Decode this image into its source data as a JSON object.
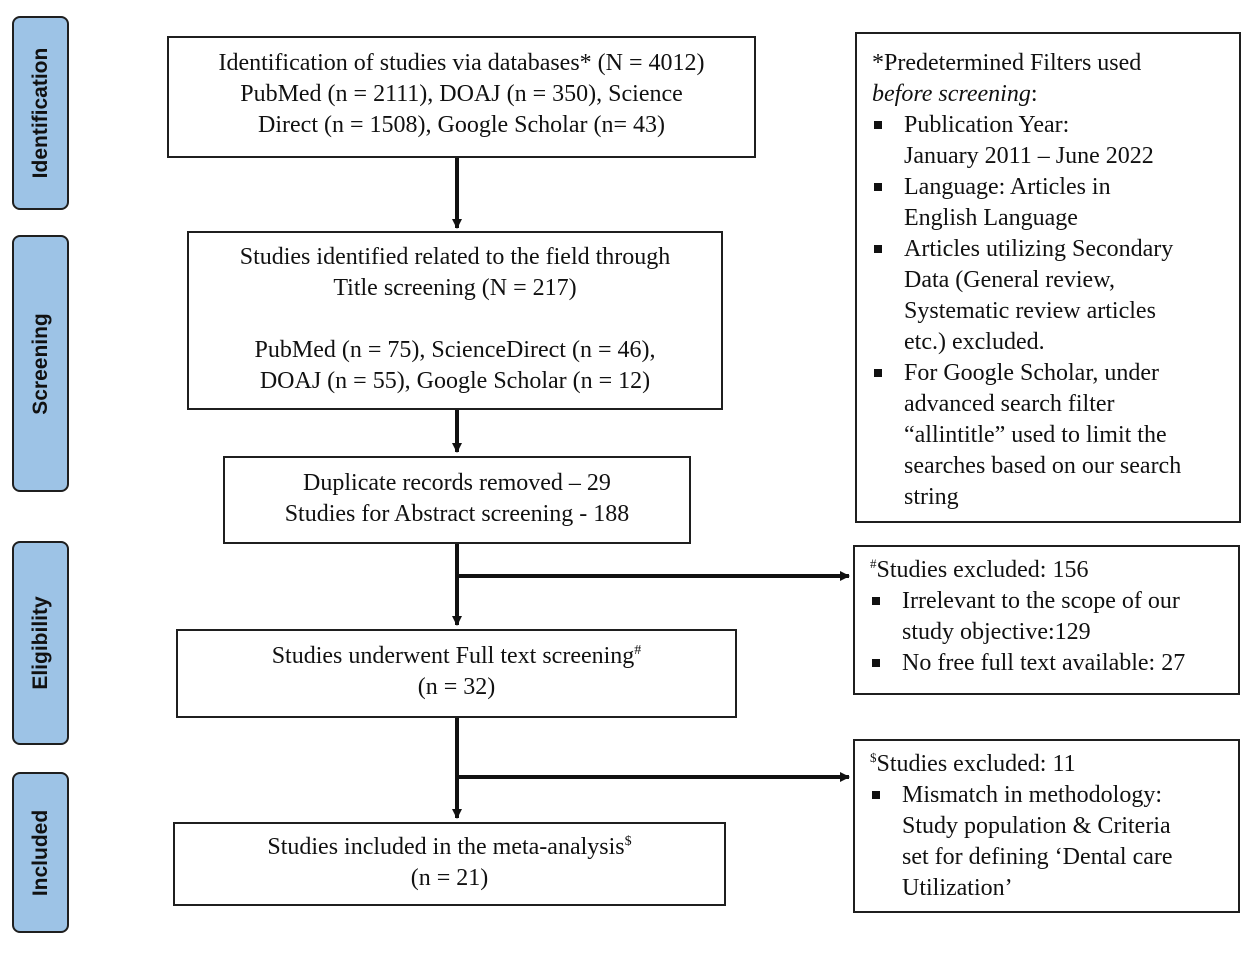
{
  "stages": [
    {
      "id": "identification",
      "label": "Identification"
    },
    {
      "id": "screening",
      "label": "Screening"
    },
    {
      "id": "eligibility",
      "label": "Eligibility"
    },
    {
      "id": "included",
      "label": "Included"
    }
  ],
  "boxes": {
    "identification": [
      "Identification of studies via databases* (N = 4012)",
      "PubMed (n = 2111), DOAJ (n = 350), Science",
      "Direct (n = 1508), Google Scholar (n= 43)"
    ],
    "screening": [
      "Studies identified related to the field through",
      "Title screening (N = 217)",
      "",
      "PubMed (n = 75), ScienceDirect (n = 46),",
      "DOAJ (n = 55), Google Scholar (n = 12)"
    ],
    "duplicates": [
      "Duplicate records removed – 29",
      "Studies for Abstract screening - 188"
    ],
    "fulltext": {
      "text": "Studies underwent Full text screening",
      "mark": "#",
      "count": "(n = 32)"
    },
    "included": {
      "text": "Studies included in the meta-analysis",
      "mark": "$",
      "count": "(n = 21)"
    }
  },
  "filters": {
    "title_1": "*Predetermined Filters used",
    "title_2": "before screening",
    "title_3": ":",
    "items": [
      [
        "Publication Year:",
        "January 2011 – June 2022"
      ],
      [
        "Language: Articles in",
        "English Language"
      ],
      [
        "Articles utilizing Secondary",
        "Data (General review,",
        "Systematic review articles",
        "etc.) excluded."
      ],
      [
        "For Google Scholar, under",
        "advanced search filter",
        "“allintitle” used to limit the",
        "searches based on our search",
        "string"
      ]
    ]
  },
  "excluded_fulltext": {
    "mark": "#",
    "title": "Studies excluded: 156",
    "items": [
      [
        "Irrelevant to the scope of our",
        "study objective:129"
      ],
      [
        "No free full text available: 27"
      ]
    ]
  },
  "excluded_meta": {
    "mark": "$",
    "title": "Studies excluded: 11",
    "items": [
      [
        "Mismatch in methodology:",
        "Study population & Criteria",
        "set for defining ‘Dental care",
        "Utilization’"
      ]
    ]
  }
}
